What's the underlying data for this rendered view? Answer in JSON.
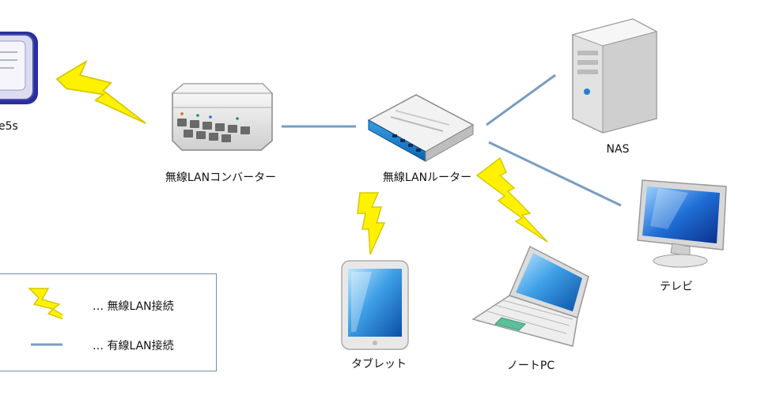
{
  "nodes": {
    "phone": "e5s",
    "converter": "無線LANコンバーター",
    "router": "無線LANルーター",
    "nas": "NAS",
    "tv": "テレビ",
    "tablet": "タブレット",
    "laptop": "ノートPC"
  },
  "legend": {
    "wireless": "… 無線LAN接続",
    "wired": "… 有線LAN接続"
  },
  "colors": {
    "wire": "#7a9cc0",
    "bolt_fill": "#fff200",
    "bolt_stroke": "#d8c800",
    "legend_border": "#6c8fb3"
  }
}
